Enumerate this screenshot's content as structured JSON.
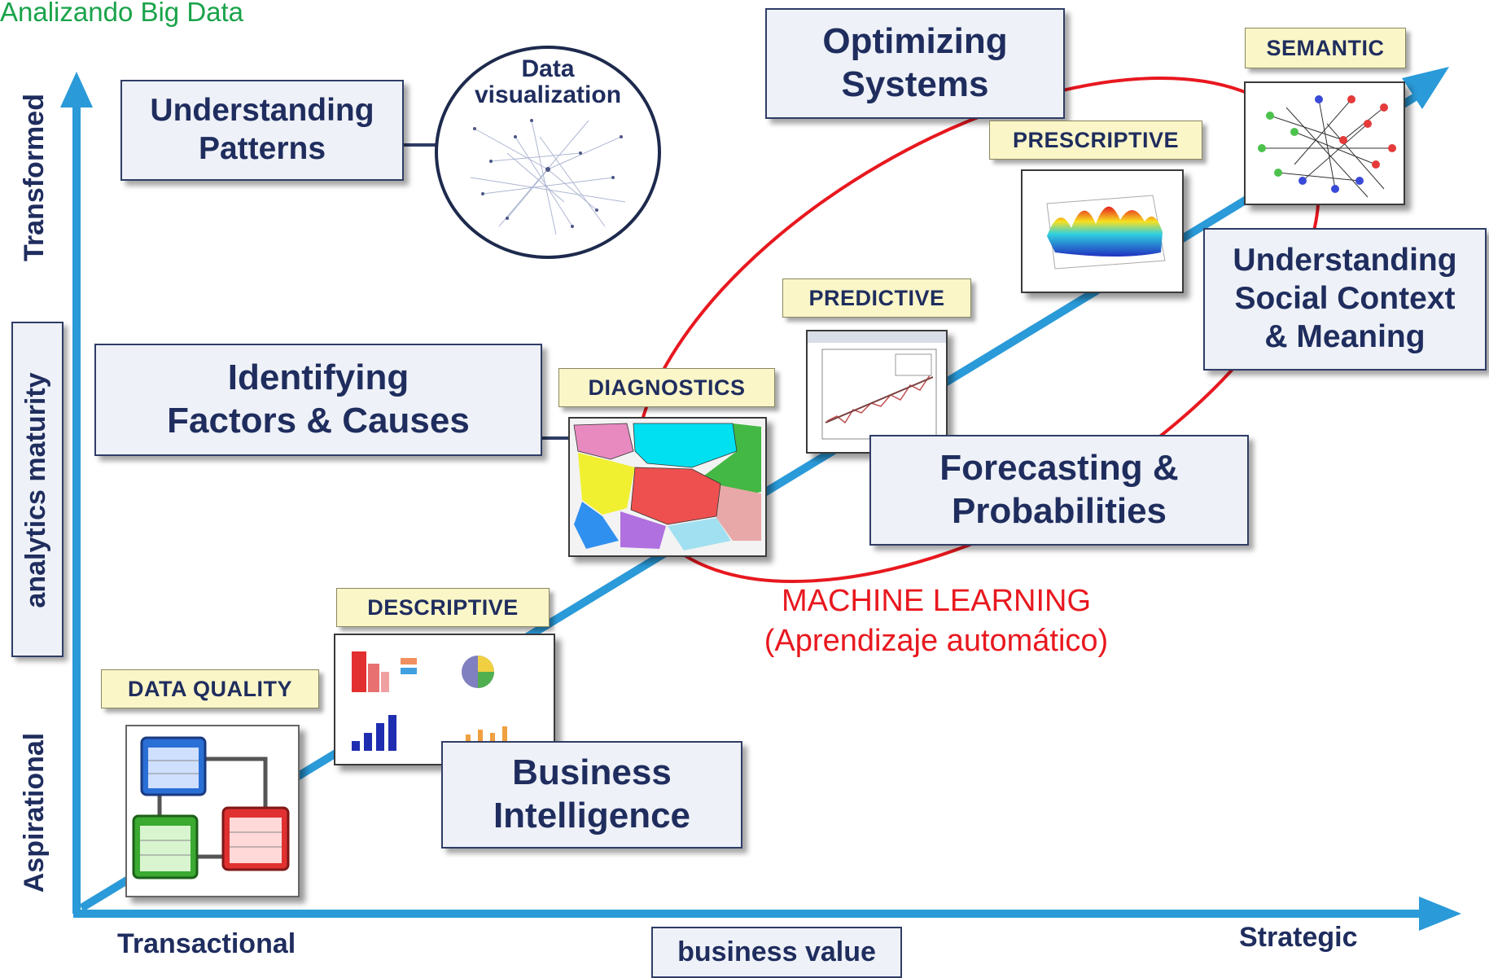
{
  "header_title": "Analizando Big Data",
  "axes": {
    "y_top": "Transformed",
    "y_mid": "analytics maturity",
    "y_bottom": "Aspirational",
    "x_left": "Transactional",
    "x_mid": "business value",
    "x_right": "Strategic"
  },
  "boxes": {
    "understanding_patterns": [
      "Understanding",
      "Patterns"
    ],
    "data_visualization": [
      "Data",
      "visualization"
    ],
    "optimizing_systems": [
      "Optimizing",
      "Systems"
    ],
    "identifying_factors": [
      "Identifying",
      "Factors & Causes"
    ],
    "forecasting": [
      "Forecasting &",
      "Probabilities"
    ],
    "social_context": [
      "Understanding",
      "Social Context",
      "& Meaning"
    ],
    "business_intelligence": [
      "Business",
      "Intelligence"
    ]
  },
  "tags": {
    "data_quality": "DATA QUALITY",
    "descriptive": "DESCRIPTIVE",
    "diagnostics": "DIAGNOSTICS",
    "predictive": "PREDICTIVE",
    "prescriptive": "PRESCRIPTIVE",
    "semantic": "SEMANTIC"
  },
  "annotation": {
    "line1": "MACHINE LEARNING",
    "line2": "(Aprendizaje automático)"
  },
  "colors": {
    "axis": "#2a9ad8",
    "box_text": "#1f2d5e",
    "title": "#1aa34a",
    "annotation": "#e8181f"
  }
}
